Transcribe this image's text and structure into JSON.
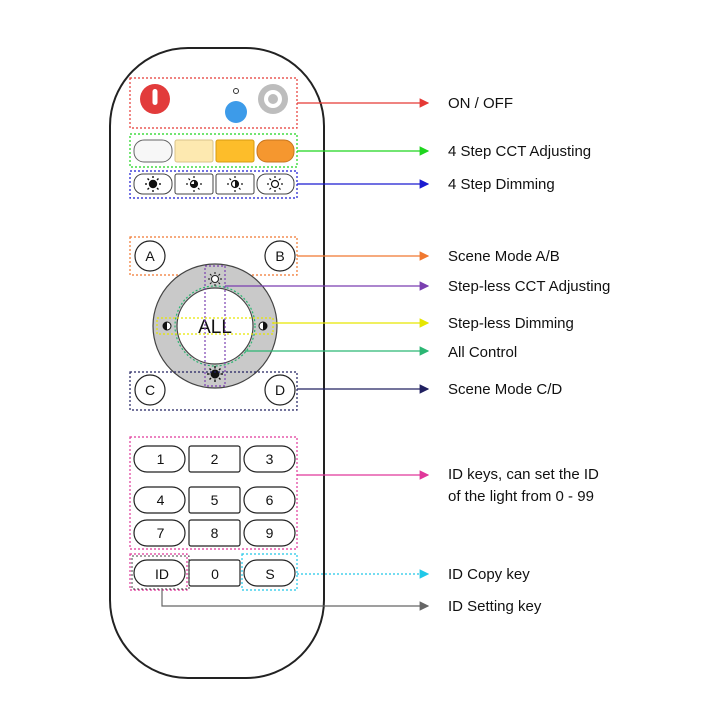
{
  "colors": {
    "power_button": "#e23b3b",
    "indicator_led": "#3d9be9",
    "cct_1": "#f7f7f7",
    "cct_2": "#fde9b0",
    "cct_3": "#fdbd2a",
    "cct_4": "#f5972f",
    "wheel": "#c9c9c9",
    "arrow_on_off": "#e53935",
    "arrow_cct": "#1ed51e",
    "arrow_dimming": "#1a1ad0",
    "arrow_scene_ab": "#f07830",
    "arrow_stepless_cct": "#7a3fb0",
    "arrow_stepless_dim": "#e6e600",
    "arrow_all": "#2bb673",
    "arrow_scene_cd": "#202060",
    "arrow_id_keys": "#e0389a",
    "arrow_id_copy": "#20c8e8",
    "arrow_id_setting": "#666666"
  },
  "buttons": {
    "scene_a": "A",
    "scene_b": "B",
    "scene_c": "C",
    "scene_d": "D",
    "all": "ALL",
    "id_keys": [
      "1",
      "2",
      "3",
      "4",
      "5",
      "6",
      "7",
      "8",
      "9"
    ],
    "id_setting": "ID",
    "zero": "0",
    "id_copy": "S"
  },
  "labels": {
    "on_off": "ON / OFF",
    "cct_4step": "4 Step CCT Adjusting",
    "dim_4step": "4 Step Dimming",
    "scene_ab": "Scene Mode A/B",
    "stepless_cct": "Step-less CCT Adjusting",
    "stepless_dim": "Step-less Dimming",
    "all_control": "All Control",
    "scene_cd": "Scene Mode C/D",
    "id_keys_line1": "ID keys, can set the ID",
    "id_keys_line2": "of the light from 0 - 99",
    "id_copy": "ID Copy key",
    "id_setting": "ID Setting key"
  }
}
